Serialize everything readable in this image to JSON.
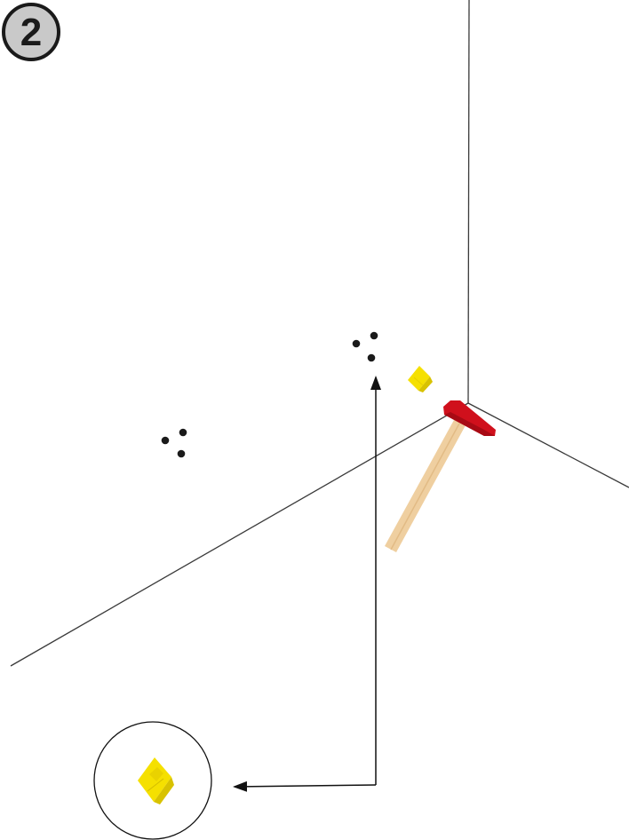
{
  "step": {
    "number": "2"
  },
  "colors": {
    "lines": "#3a3a3a",
    "screw_hole_marks": "#1a1a1a",
    "wall_plug": "#f5e000",
    "wall_plug_shade": "#d8c200",
    "hammer_head": "#d0101c",
    "hammer_handle": "#efcfa0",
    "badge_fill": "#c9c9c9"
  },
  "icons": {
    "step_badge": "circled-step-number",
    "hole_marks": "three-dot-drill-marks",
    "wall_plug": "yellow-wall-plug-icon",
    "hammer": "hammer-icon",
    "callout_arrow": "arrow-icon",
    "detail_view": "magnifier-circle-detail"
  }
}
